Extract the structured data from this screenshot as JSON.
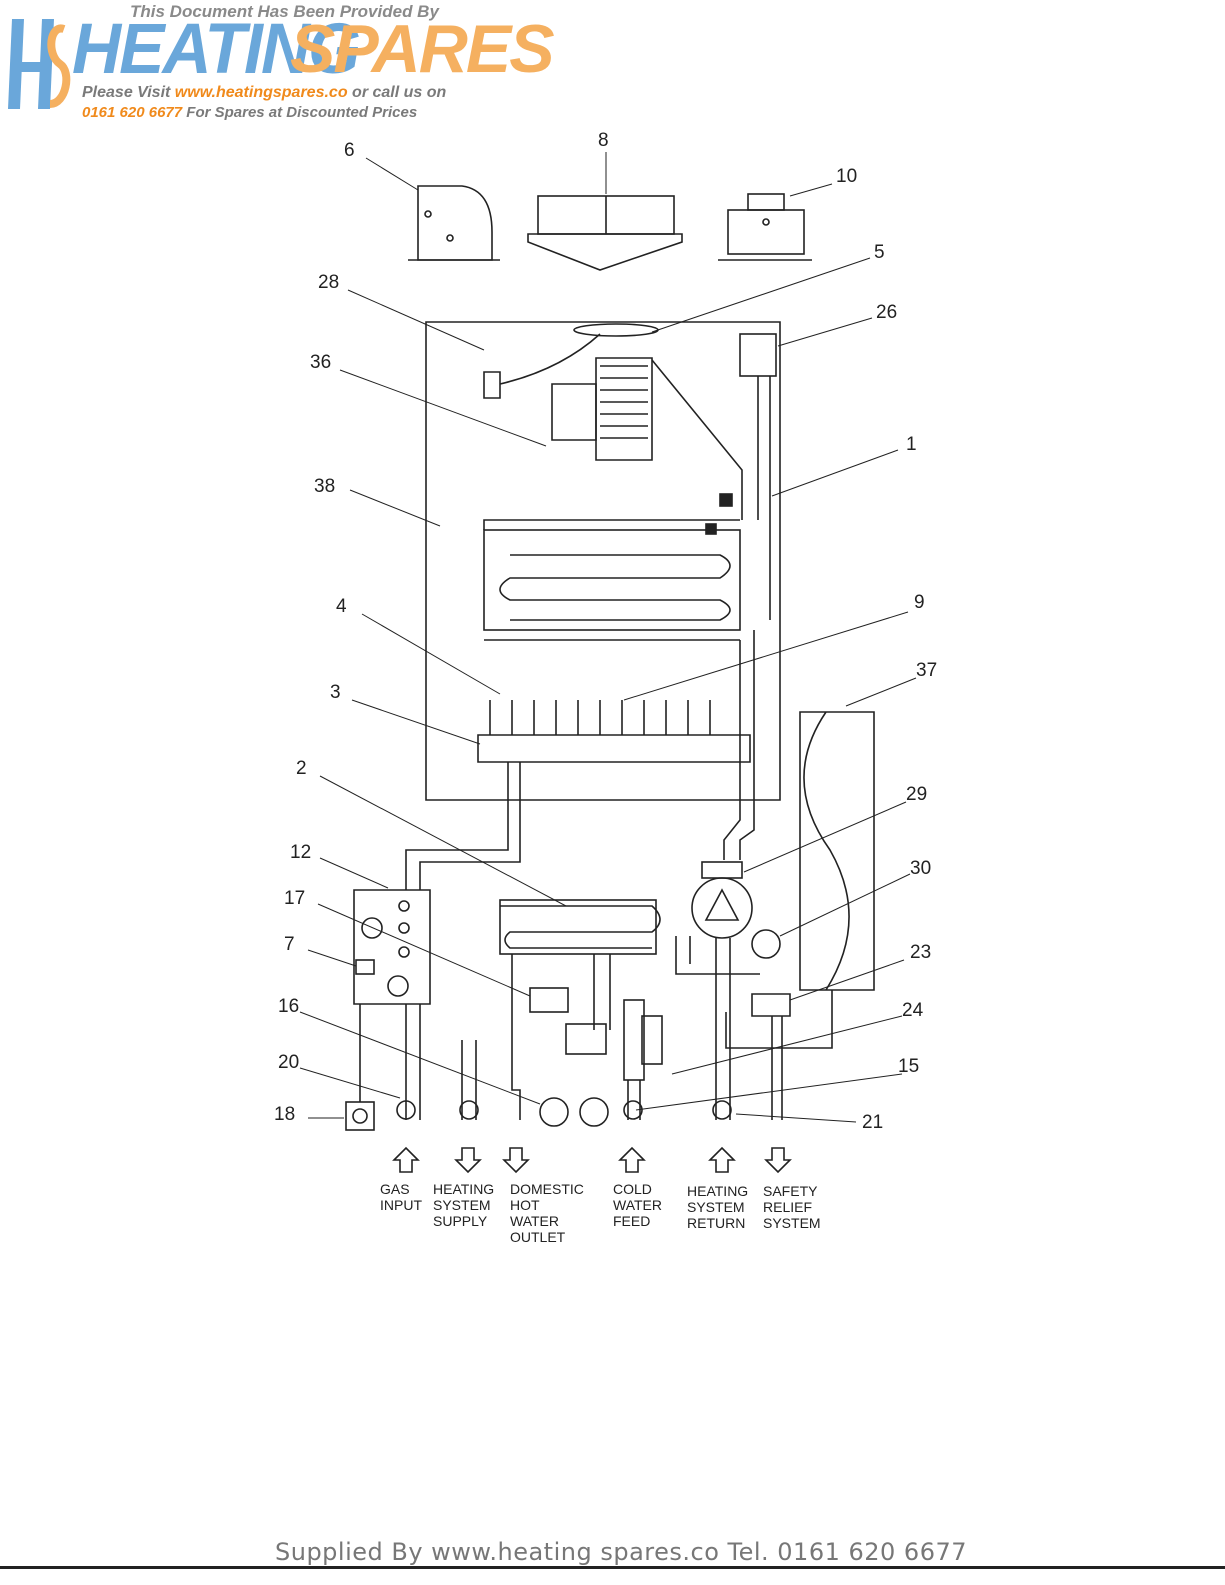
{
  "banner": {
    "tagline": "This Document Has Been Provided By",
    "brand_a": "HEATING",
    "brand_b": "SPARES",
    "visit_prefix": "Please Visit ",
    "visit_url": "www.heatingspares.co",
    "visit_suffix": " or call us on",
    "phone_number": "0161 620 6677",
    "phone_suffix": " For Spares at Discounted Prices",
    "logo_mark": "HS"
  },
  "callouts": [
    "6",
    "8",
    "10",
    "28",
    "5",
    "26",
    "36",
    "1",
    "38",
    "4",
    "9",
    "37",
    "3",
    "2",
    "29",
    "12",
    "30",
    "17",
    "23",
    "7",
    "24",
    "16",
    "15",
    "20",
    "18",
    "21"
  ],
  "connections": {
    "gas_input": [
      "GAS",
      "INPUT"
    ],
    "heating_supply": [
      "HEATING",
      "SYSTEM",
      "SUPPLY"
    ],
    "dhw_outlet": [
      "DOMESTIC",
      "HOT",
      "WATER",
      "OUTLET"
    ],
    "cold_feed": [
      "COLD",
      "WATER",
      "FEED"
    ],
    "heating_return": [
      "HEATING",
      "SYSTEM",
      "RETURN"
    ],
    "safety_relief": [
      "SAFETY",
      "RELIEF",
      "SYSTEM"
    ]
  },
  "footer": {
    "text": "Supplied By www.heating spares.co  Tel. 0161 620 6677"
  },
  "colors": {
    "line": "#222222",
    "brand_blue": "#6aa7da",
    "brand_orange": "#f5b060",
    "url_orange": "#f08a1c"
  }
}
